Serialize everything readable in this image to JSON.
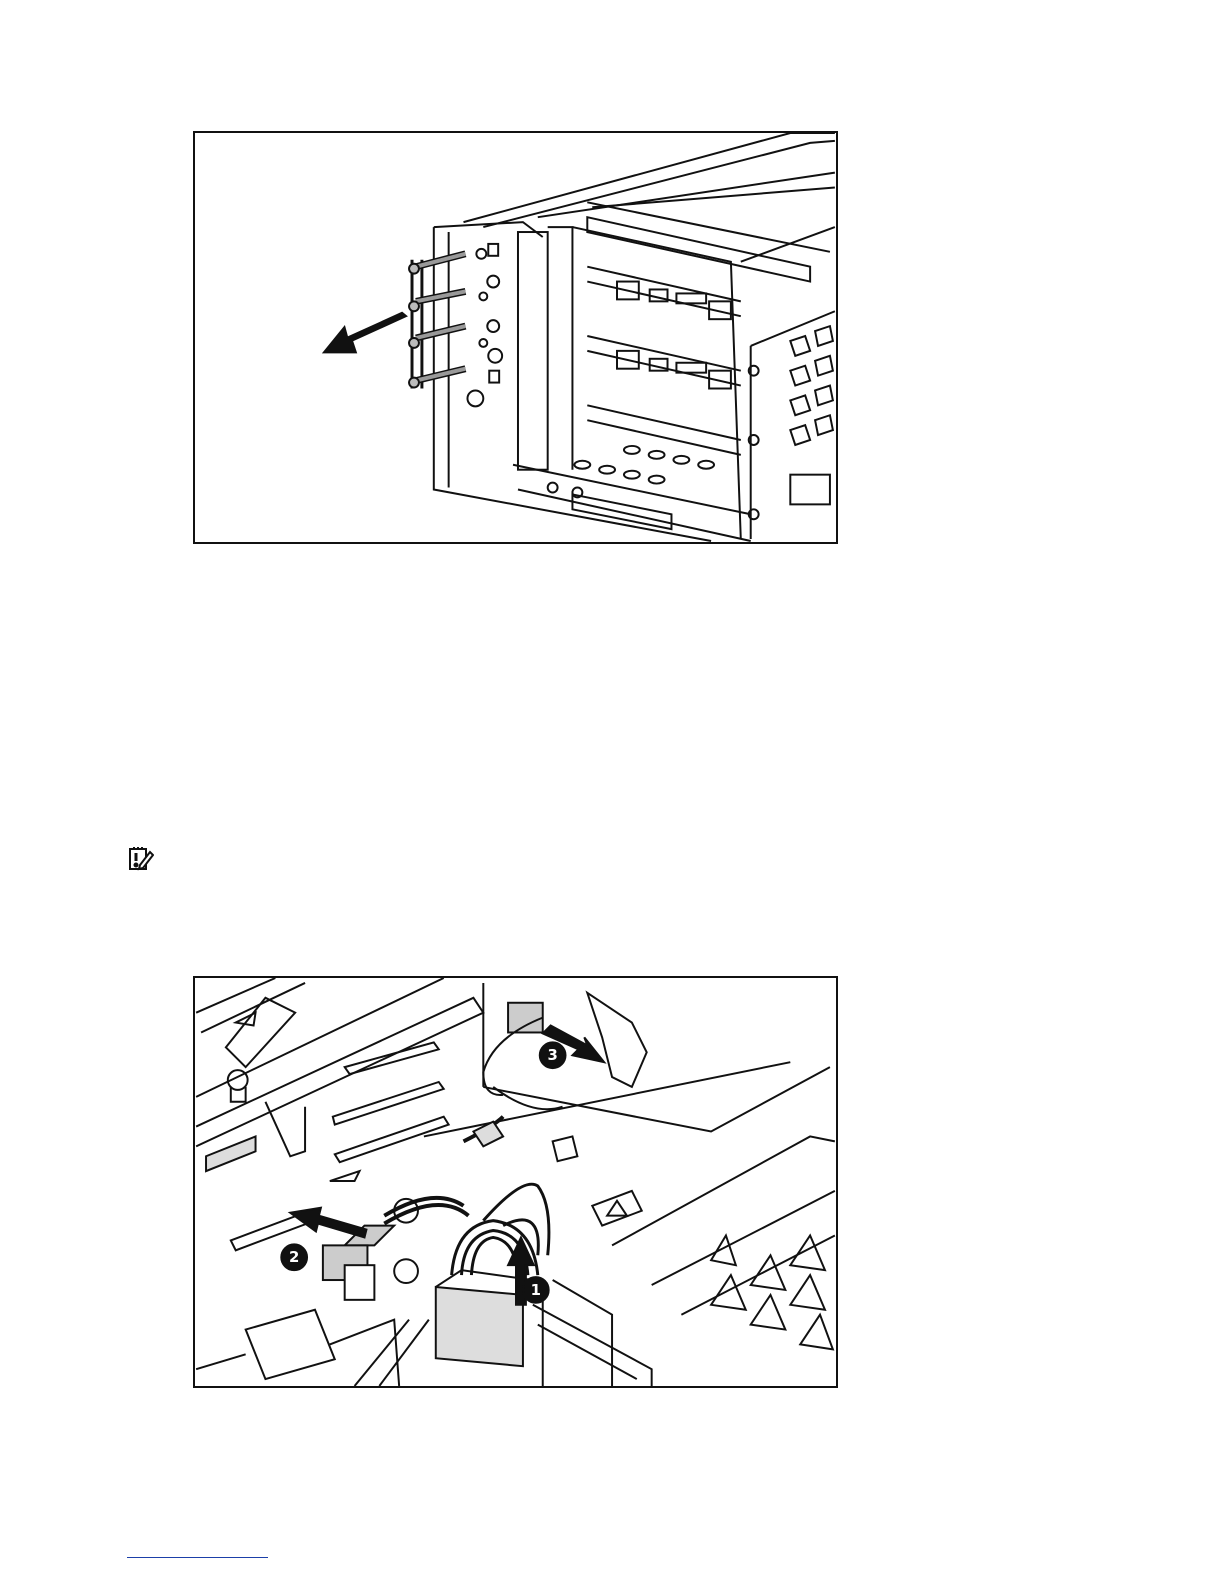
{
  "figures": [
    {
      "id": "figure-1",
      "arrow_count": 1
    },
    {
      "id": "figure-2",
      "callouts": [
        {
          "number": "1"
        },
        {
          "number": "2"
        },
        {
          "number": "3"
        }
      ]
    }
  ],
  "note": {
    "icon": "important-note-icon"
  },
  "colors": {
    "line": "#111111",
    "callout_fill": "#111111",
    "footer_rule": "#1b3fa8"
  }
}
